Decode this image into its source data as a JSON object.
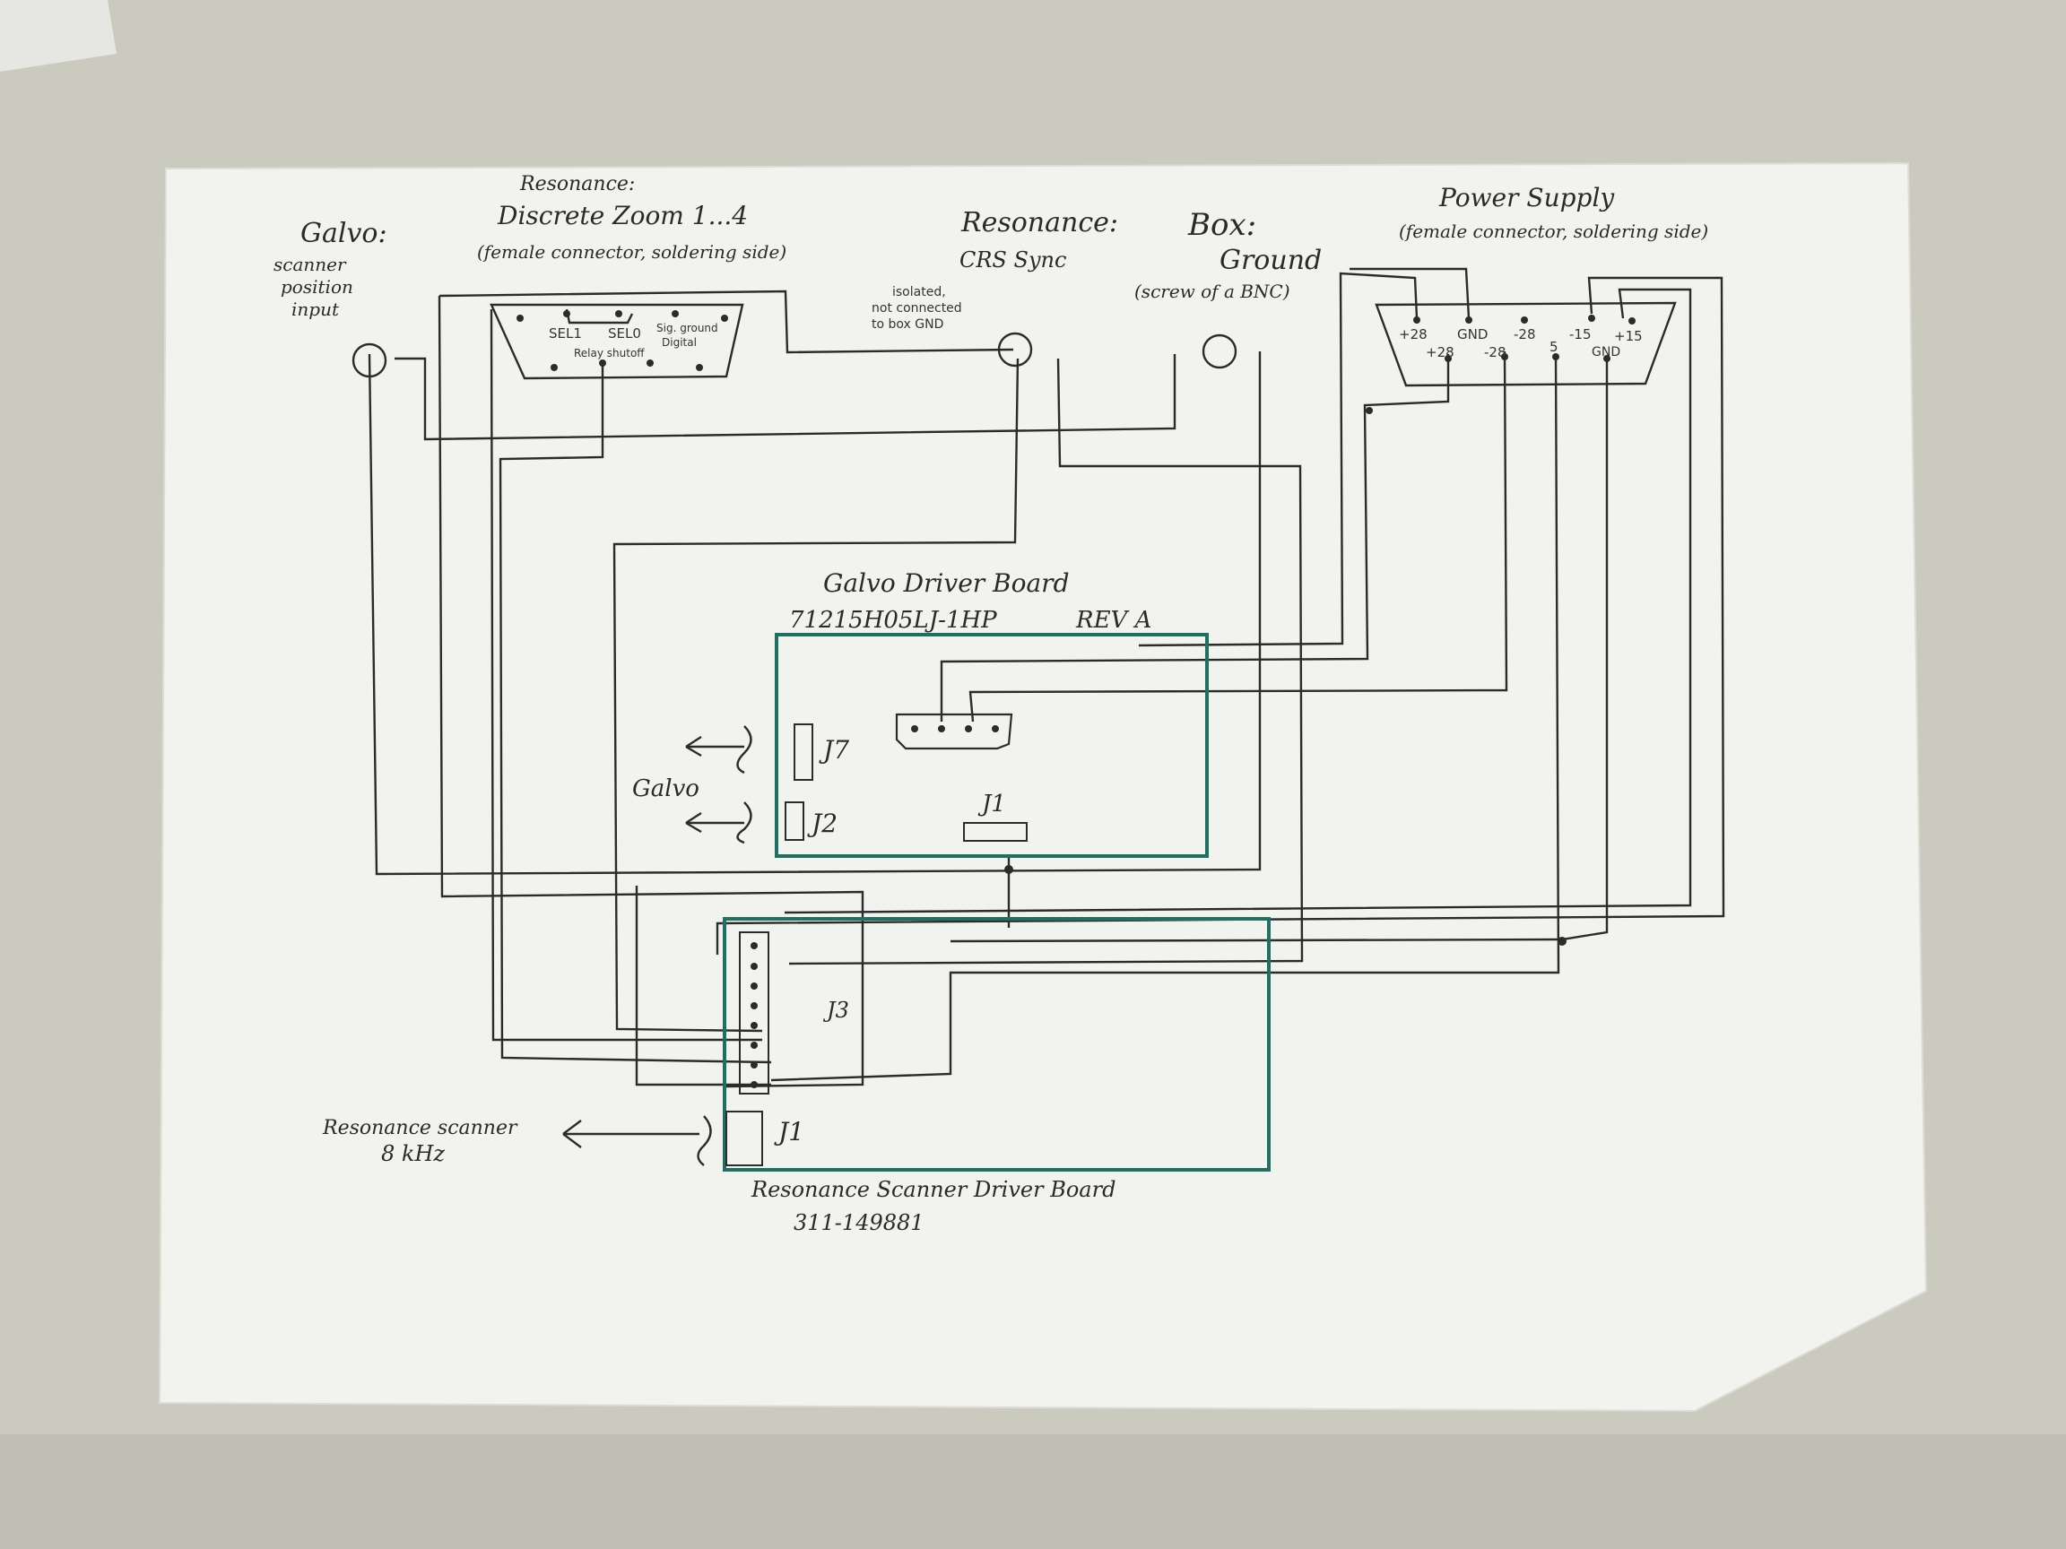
{
  "labels": {
    "galvo_title": "Galvo:",
    "galvo_sub1": "scanner",
    "galvo_sub2": "position",
    "galvo_sub3": "input",
    "resonance_zoom_title": "Resonance:",
    "resonance_zoom_main": "Discrete Zoom 1...4",
    "resonance_zoom_note": "(female connector, soldering side)",
    "sel1": "SEL1",
    "sel0": "SEL0",
    "sig_ground": "Sig. ground",
    "digital": "Digital",
    "relay_shutoff": "Relay shutoff",
    "isolated_1": "isolated,",
    "isolated_2": "not connected",
    "isolated_3": "to box GND",
    "resonance_crs_title": "Resonance:",
    "crs_sync": "CRS Sync",
    "box_title": "Box:",
    "box_ground": "Ground",
    "box_note": "(screw of a BNC)",
    "power_title": "Power Supply",
    "power_note": "(female connector, soldering side)",
    "ps_p28a": "+28",
    "ps_gnd": "GND",
    "ps_m28a": "-28",
    "ps_m15": "-15",
    "ps_p15": "+15",
    "ps_p28b": "+28",
    "ps_m28b": "-28",
    "ps_5": "5",
    "ps_gnd2": "GND",
    "galvo_board_title": "Galvo Driver Board",
    "galvo_board_model": "71215H05LJ-1HP",
    "galvo_board_rev": "REV A",
    "j7": "J7",
    "j2": "J2",
    "galvo_side": "Galvo",
    "j1_galvo": "J1",
    "j3": "J3",
    "j1_res": "J1",
    "res_scanner_1": "Resonance scanner",
    "res_scanner_2": "8 kHz",
    "res_board_title": "Resonance Scanner Driver Board",
    "res_board_model": "311-149881"
  },
  "colors": {
    "paper": "#f2f2ef",
    "ink": "#2b2b2b",
    "board": "#1f6f63",
    "desk": "#c9c8bd"
  }
}
